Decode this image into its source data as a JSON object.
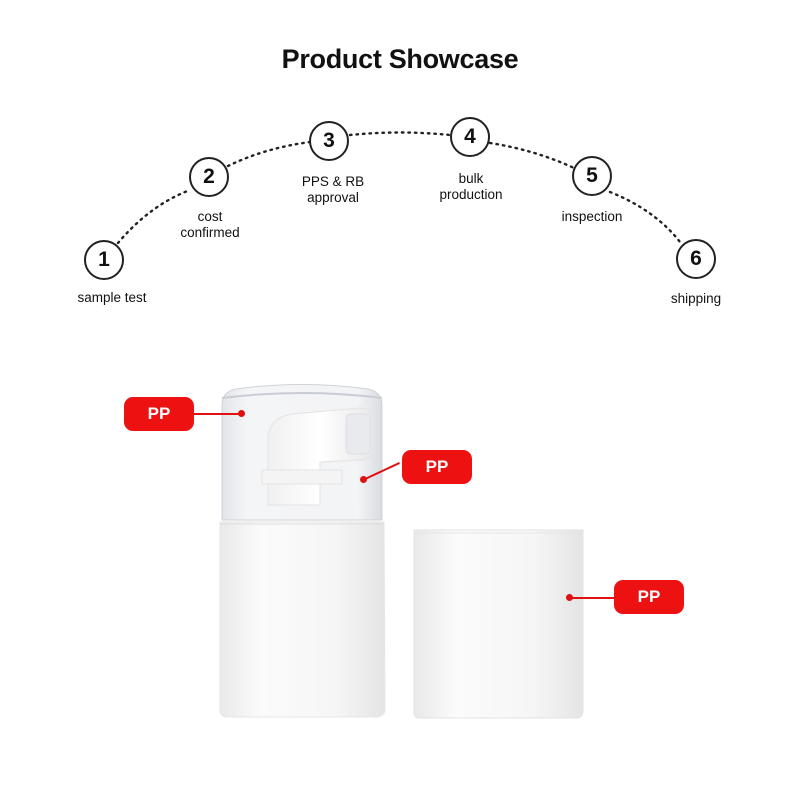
{
  "page": {
    "title": "Product Showcase"
  },
  "steps": [
    {
      "number": "1",
      "label": "sample test"
    },
    {
      "number": "2",
      "label": "cost\nconfirmed"
    },
    {
      "number": "3",
      "label": "PPS & RB\napproval"
    },
    {
      "number": "4",
      "label": "bulk\nproduction"
    },
    {
      "number": "5",
      "label": "inspection"
    },
    {
      "number": "6",
      "label": "shipping"
    }
  ],
  "callouts": [
    {
      "label": "PP"
    },
    {
      "label": "PP"
    },
    {
      "label": "PP"
    }
  ],
  "colors": {
    "accent": "#ee1111",
    "text": "#111111",
    "product": "#f7f7f7"
  }
}
